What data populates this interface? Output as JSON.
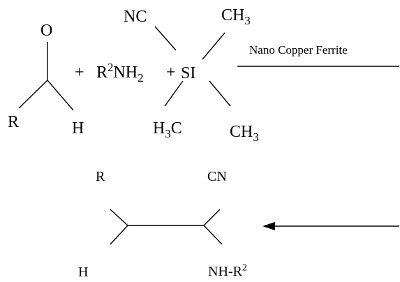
{
  "reactant_aldehyde": {
    "oxygen": "O",
    "r_group": "R",
    "hydrogen": "H"
  },
  "plus_1": "+",
  "amine": {
    "r": "R",
    "r_sup": "2",
    "nh": "NH",
    "h_sub": "2"
  },
  "plus_2": "+",
  "silane": {
    "center": "SI",
    "nc": "NC",
    "ch3_top": {
      "base": "CH",
      "sub": "3"
    },
    "h3c": {
      "h": "H",
      "sub": "3",
      "c": "C"
    },
    "ch3_bottom": {
      "base": "CH",
      "sub": "3"
    }
  },
  "catalyst": "Nano Copper Ferrite",
  "product": {
    "r_group": "R",
    "cn": "CN",
    "hydrogen": "H",
    "amine_text": "NH-R",
    "amine_sup": "2"
  },
  "colors": {
    "ink": "#000000",
    "background": "#ffffff"
  }
}
